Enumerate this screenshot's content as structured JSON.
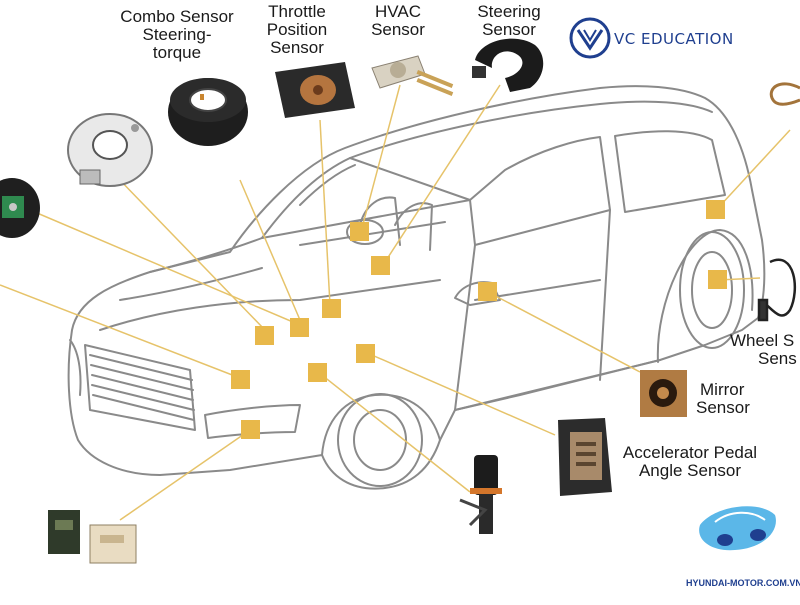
{
  "brand": {
    "name": "VC EDUCATION",
    "website": "HYUNDAI-MOTOR.COM.VN"
  },
  "labels": {
    "combo": [
      "Combo Sensor",
      "Steering-",
      "torque"
    ],
    "throttle": [
      "Throttle",
      "Position",
      "Sensor"
    ],
    "hvac": [
      "HVAC",
      "Sensor"
    ],
    "steering": [
      "Steering",
      "Sensor"
    ],
    "wheel": [
      "Wheel S",
      "Sens"
    ],
    "mirror": [
      "Mirror",
      "Sensor"
    ],
    "accelerator": [
      "Accelerator Pedal",
      "Angle Sensor"
    ]
  },
  "colors": {
    "marker": "#e8b84a",
    "leader": "#e6c36a",
    "car_outline": "#8a8a8a",
    "brand": "#1f3f8f"
  }
}
